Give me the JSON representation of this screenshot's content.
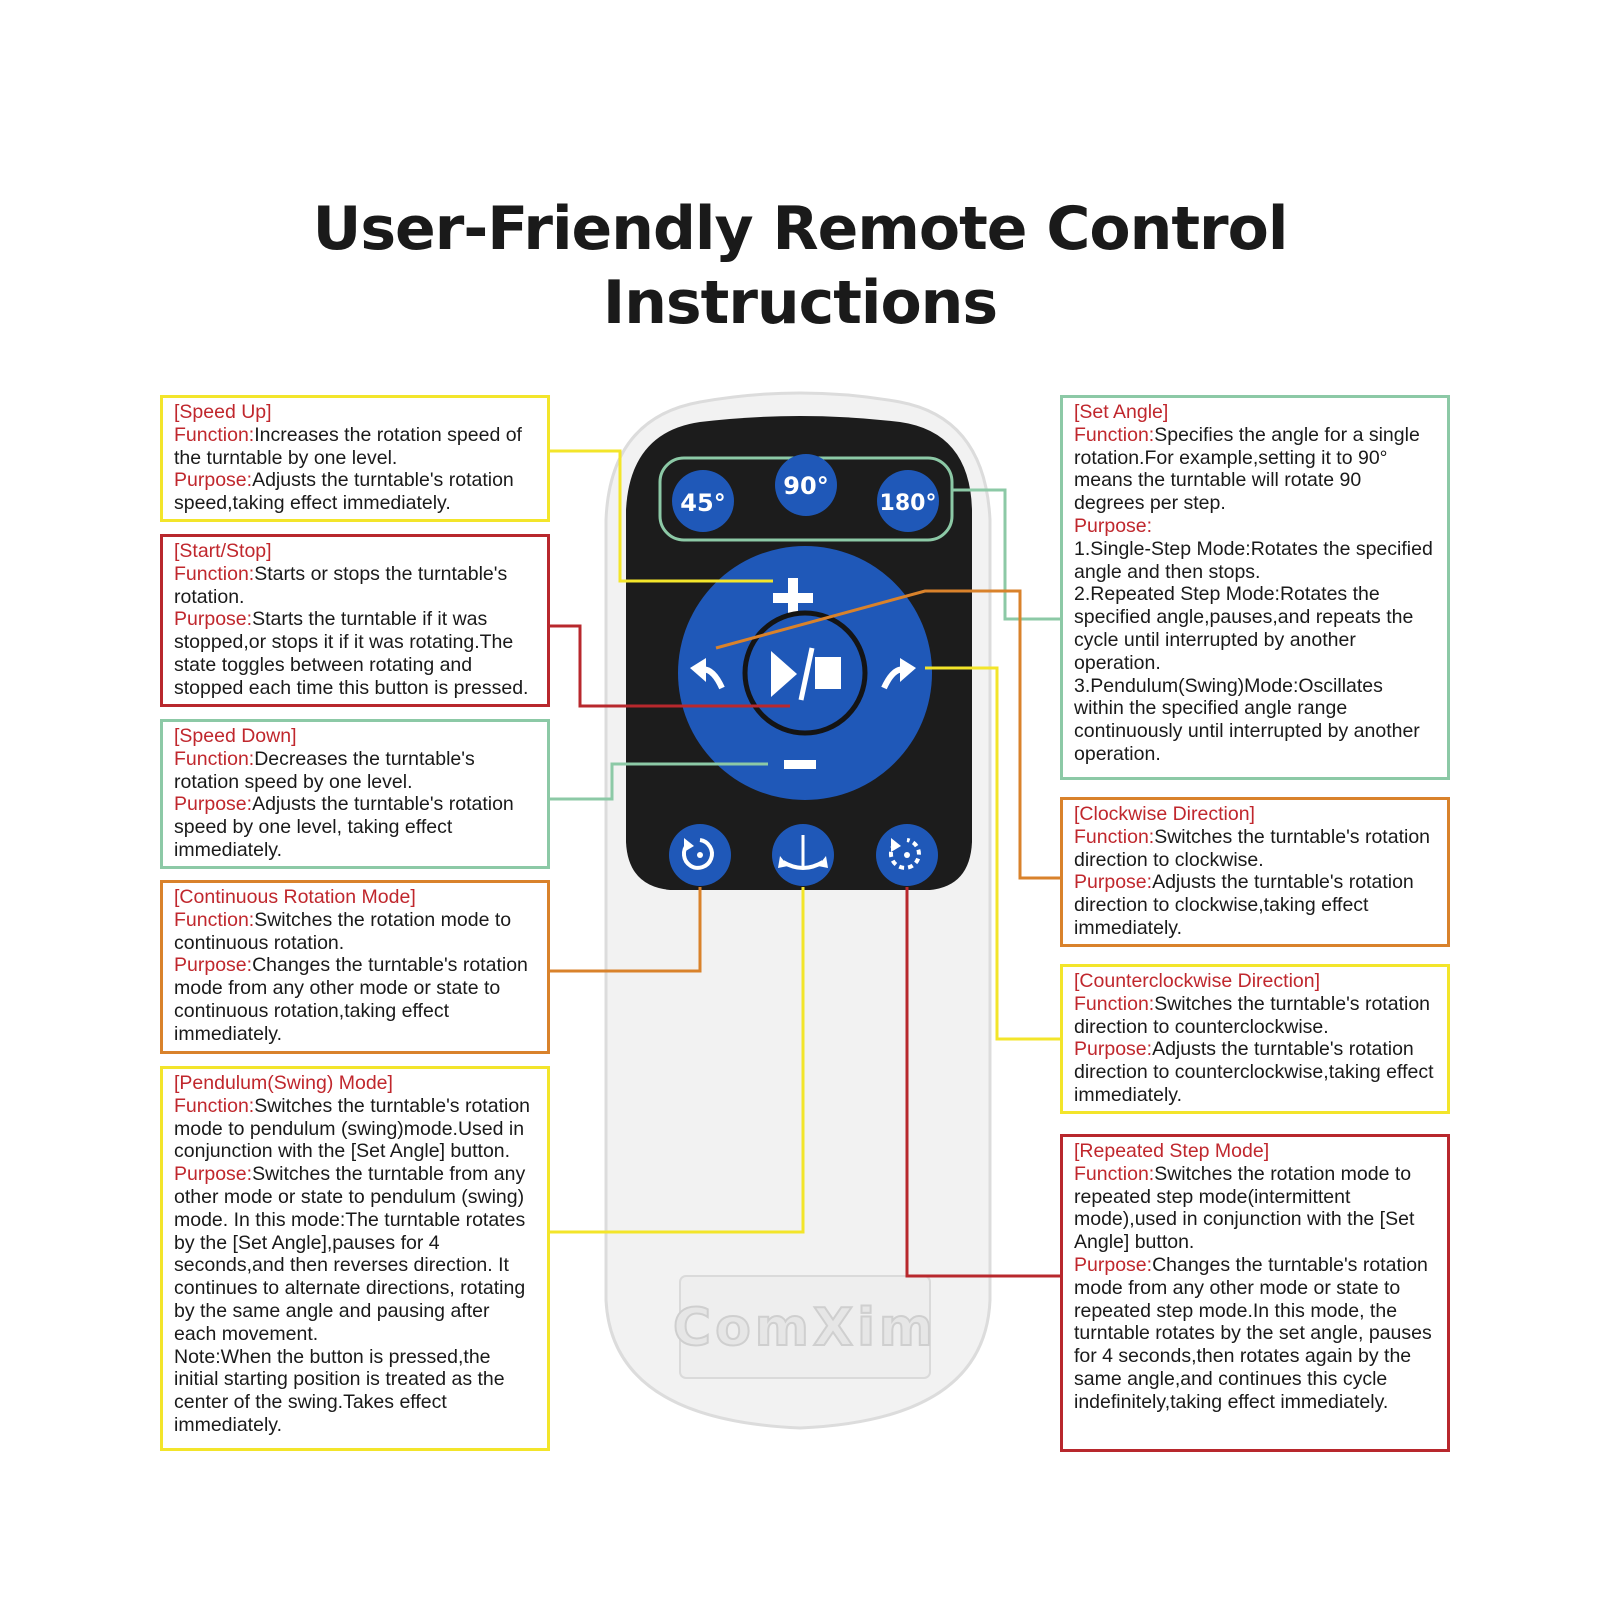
{
  "title": {
    "line1": "User-Friendly Remote Control",
    "line2": "Instructions"
  },
  "remote": {
    "angle_45": "45°",
    "angle_90": "90°",
    "angle_180": "180°",
    "plus": "+",
    "minus": "−",
    "brand": "ComXim",
    "colors": {
      "button_blue": "#1f58b8",
      "keypad_black": "#1c1c1c",
      "body_white": "#f3f3f3"
    }
  },
  "boxes": {
    "speed_up": {
      "header": "[Speed Up]",
      "function_label": "Function:",
      "function_text": "Increases the rotation speed of the turntable by one level.",
      "purpose_label": "Purpose:",
      "purpose_text": "Adjusts the turntable's rotation speed,taking effect immediately."
    },
    "start_stop": {
      "header": "[Start/Stop]",
      "function_label": "Function:",
      "function_text": "Starts or stops the turntable's rotation.",
      "purpose_label": "Purpose:",
      "purpose_text": "Starts the turntable if it was stopped,or stops it if it was rotating.The state toggles between rotating and stopped each time this button is pressed."
    },
    "speed_down": {
      "header": "[Speed Down]",
      "function_label": "Function:",
      "function_text": "Decreases the turntable's rotation speed by one level.",
      "purpose_label": "Purpose:",
      "purpose_text": "Adjusts the turntable's rotation speed by one level, taking effect immediately."
    },
    "continuous": {
      "header": "[Continuous Rotation Mode]",
      "function_label": "Function:",
      "function_text": "Switches the rotation mode to continuous rotation.",
      "purpose_label": "Purpose:",
      "purpose_text": "Changes the turntable's rotation mode from any other mode or state to continuous rotation,taking effect immediately."
    },
    "pendulum": {
      "header": "[Pendulum(Swing) Mode]",
      "function_label": "Function:",
      "function_text": "Switches the turntable's rotation mode to pendulum (swing)mode.Used in conjunction with the [Set Angle] button.",
      "purpose_label": "Purpose:",
      "purpose_text": "Switches the turntable from any other mode or state to pendulum (swing) mode. In this mode:The turntable rotates by the [Set Angle],pauses for 4 seconds,and then reverses direction. It continues to alternate directions, rotating by the same angle and pausing after each movement.",
      "note": "Note:When the button is pressed,the initial starting position is treated as the center of the swing.Takes effect immediately."
    },
    "set_angle": {
      "header": "[Set Angle]",
      "function_label": "Function:",
      "function_text": "Specifies the angle for a single rotation.For example,setting it to 90° means the turntable will rotate 90 degrees per step.",
      "purpose_label": "Purpose:",
      "mode1": "1.Single-Step Mode:Rotates the specified angle and then stops.",
      "mode2": "2.Repeated Step Mode:Rotates the specified angle,pauses,and repeats the cycle until interrupted by another operation.",
      "mode3": "3.Pendulum(Swing)Mode:Oscillates within the specified angle range continuously until interrupted by another operation."
    },
    "clockwise": {
      "header": "[Clockwise Direction]",
      "function_label": "Function:",
      "function_text": "Switches the turntable's rotation direction to clockwise.",
      "purpose_label": "Purpose:",
      "purpose_text": "Adjusts the turntable's rotation direction to clockwise,taking effect immediately."
    },
    "counterclockwise": {
      "header": "[Counterclockwise Direction]",
      "function_label": "Function:",
      "function_text": "Switches the turntable's rotation direction to counterclockwise.",
      "purpose_label": "Purpose:",
      "purpose_text": "Adjusts the turntable's rotation direction to counterclockwise,taking effect immediately."
    },
    "repeated": {
      "header": "[Repeated Step Mode]",
      "function_label": "Function:",
      "function_text": "Switches the rotation mode to repeated step mode(intermittent mode),used in conjunction with the [Set Angle] button.",
      "purpose_label": "Purpose:",
      "purpose_text": "Changes the turntable's rotation mode from any other mode or state to repeated step mode.In this mode, the turntable rotates by the set angle, pauses for 4 seconds,then rotates again by the same angle,and continues this cycle indefinitely,taking effect immediately."
    }
  }
}
